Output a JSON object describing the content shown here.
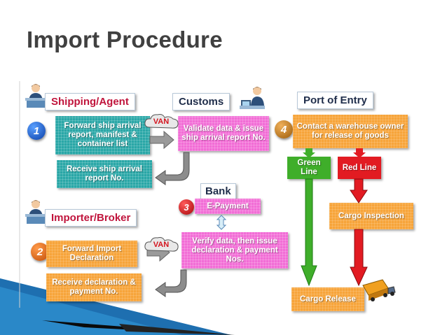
{
  "title": "Import Procedure",
  "lanes": {
    "shipping_agent": "Shipping/Agent",
    "customs": "Customs",
    "port_of_entry": "Port of Entry",
    "bank": "Bank",
    "importer_broker": "Importer/Broker"
  },
  "steps": {
    "s1": "1",
    "s2": "2",
    "s3": "3",
    "s4": "4"
  },
  "boxes": {
    "forward_ship_arrival": "Forward ship arrival report, manifest & container list",
    "receive_ship_arrival": "Receive ship arrival report No.",
    "validate_data": "Validate data & issue ship arrival report No.",
    "contact_warehouse": "Contact a warehouse owner for release of goods",
    "green_line": "Green Line",
    "red_line": "Red Line",
    "cargo_inspection": "Cargo Inspection",
    "cargo_release": "Cargo Release",
    "e_payment": "E-Payment",
    "verify_data": "Verify data, then issue declaration & payment Nos.",
    "forward_import_declaration": "Forward Import Declaration",
    "receive_declaration": "Receive declaration & payment No."
  },
  "system_tag": "VAN",
  "colors": {
    "teal": "#2aa7a7",
    "pink": "#f26dd6",
    "orange": "#f7a43a",
    "green": "#3fae2a",
    "red": "#e21b22",
    "title_gray": "#404040"
  },
  "icons": {
    "agent": "person-at-desk-icon",
    "customs_officer": "person-at-desk-icon",
    "importer": "person-at-desk-icon",
    "network": "cloud-network-icon",
    "truck": "cargo-truck-icon"
  }
}
